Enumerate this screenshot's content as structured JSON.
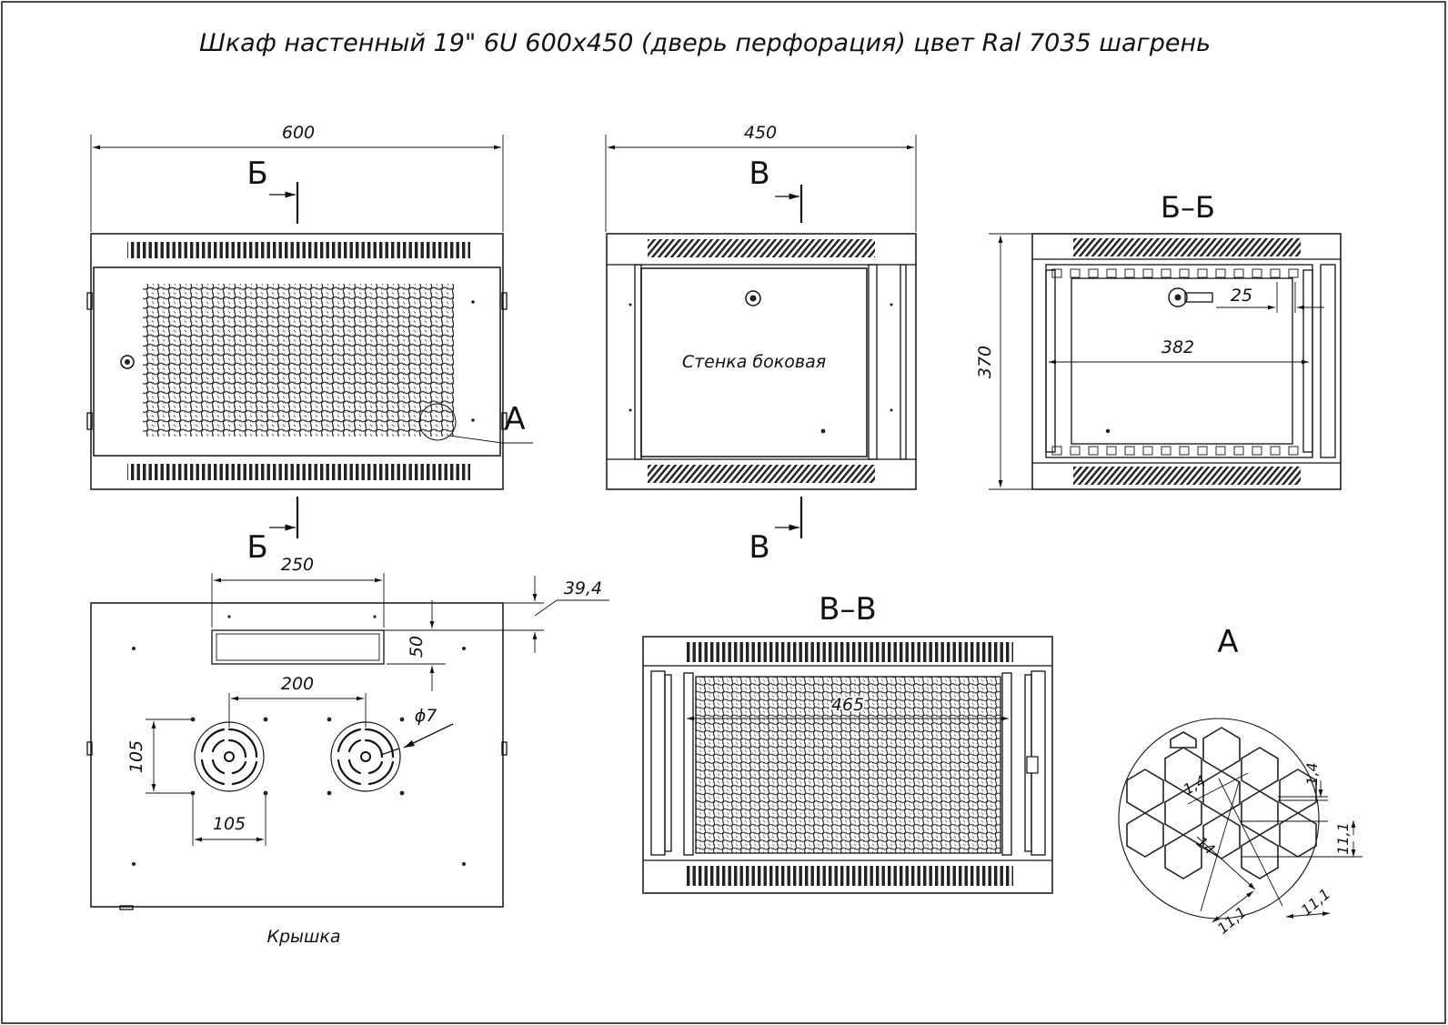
{
  "title": "Шкаф настенный 19\" 6U 600х450 (дверь перфорация) цвет Ral 7035 шагрень",
  "front_view": {
    "dim_width": "600",
    "section_mark_top": "Б",
    "section_mark_bottom": "Б",
    "detail_callout": "А"
  },
  "side_view": {
    "dim_width": "450",
    "section_mark_top": "В",
    "section_mark_bottom": "В",
    "label": "Стенка боковая"
  },
  "section_bb": {
    "title": "Б–Б",
    "dim_height": "370",
    "dim_inner": "382",
    "dim_offset": "25"
  },
  "top_view": {
    "label": "Крышка",
    "dim_slot_width": "250",
    "dim_slot_height": "50",
    "dim_slot_offset": "39,4",
    "dim_fan_spacing": "200",
    "dim_fan_holes_v": "105",
    "dim_fan_holes_h": "105",
    "dim_hole_dia": "ϕ7"
  },
  "section_vv": {
    "title": "В–В",
    "dim_inner": "465"
  },
  "detail_a": {
    "title": "А",
    "dim_cell_1": "1,4",
    "dim_cell_2": "1,4",
    "dim_hex_1": "14",
    "dim_pitch_1": "11,1",
    "dim_pitch_2": "11,1",
    "dim_pitch_3": "11,1"
  }
}
